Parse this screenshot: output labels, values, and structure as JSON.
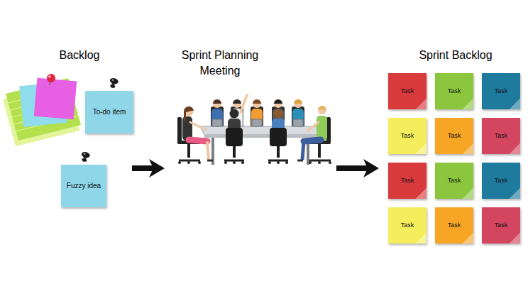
{
  "diagram": {
    "nodes": [
      {
        "text": [
          "Backlog"
        ]
      },
      {
        "text": [
          "To-do item"
        ],
        "in": 0
      },
      {
        "text": [
          "Fuzzy idea"
        ],
        "in": 0
      },
      {
        "text": [
          "Sprint Planning Meeting"
        ]
      },
      {
        "text": [
          "Sprint Backlog"
        ]
      },
      {
        "text": [
          "Task"
        ],
        "in": 4
      },
      {
        "text": [
          "Task"
        ],
        "in": 4
      },
      {
        "text": [
          "Task"
        ],
        "in": 4
      },
      {
        "text": [
          "Task"
        ],
        "in": 4
      },
      {
        "text": [
          "Task"
        ],
        "in": 4
      },
      {
        "text": [
          "Task"
        ],
        "in": 4
      },
      {
        "text": [
          "Task"
        ],
        "in": 4
      },
      {
        "text": [
          "Task"
        ],
        "in": 4
      },
      {
        "text": [
          "Task"
        ],
        "in": 4
      },
      {
        "text": [
          "Task"
        ],
        "in": 4
      },
      {
        "text": [
          "Task"
        ],
        "in": 4
      },
      {
        "text": [
          "Task"
        ],
        "in": 4
      }
    ],
    "edges": [
      {
        "from": 0,
        "to": 3,
        "arrow": "to"
      },
      {
        "from": 3,
        "to": 4,
        "arrow": "to"
      }
    ]
  }
}
